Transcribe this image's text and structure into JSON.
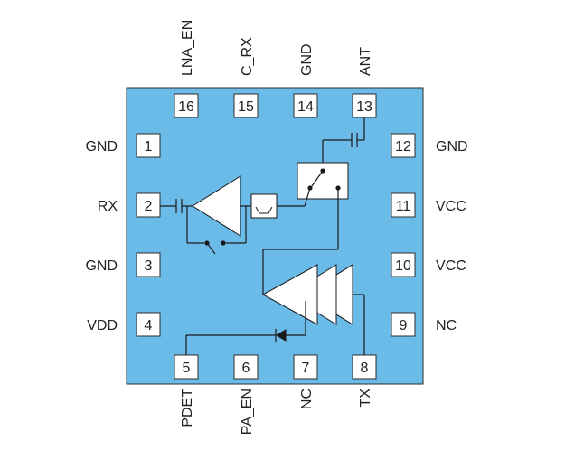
{
  "colors": {
    "package_fill": "#6bbbe9",
    "package_stroke": "#2b2b2b",
    "pin_fill": "#ffffff",
    "symbol_fill": "#ffffff",
    "line": "#1a1a1a",
    "label": "#222222"
  },
  "pins": {
    "left": [
      {
        "num": "1",
        "label": "GND"
      },
      {
        "num": "2",
        "label": "RX"
      },
      {
        "num": "3",
        "label": "GND"
      },
      {
        "num": "4",
        "label": "VDD"
      }
    ],
    "bottom": [
      {
        "num": "5",
        "label": "PDET"
      },
      {
        "num": "6",
        "label": "PA_EN"
      },
      {
        "num": "7",
        "label": "NC"
      },
      {
        "num": "8",
        "label": "TX"
      }
    ],
    "right": [
      {
        "num": "9",
        "label": "NC"
      },
      {
        "num": "10",
        "label": "VCC"
      },
      {
        "num": "11",
        "label": "VCC"
      },
      {
        "num": "12",
        "label": "GND"
      }
    ],
    "top": [
      {
        "num": "13",
        "label": "ANT"
      },
      {
        "num": "14",
        "label": "GND"
      },
      {
        "num": "15",
        "label": "C_RX"
      },
      {
        "num": "16",
        "label": "LNA_EN"
      }
    ]
  }
}
